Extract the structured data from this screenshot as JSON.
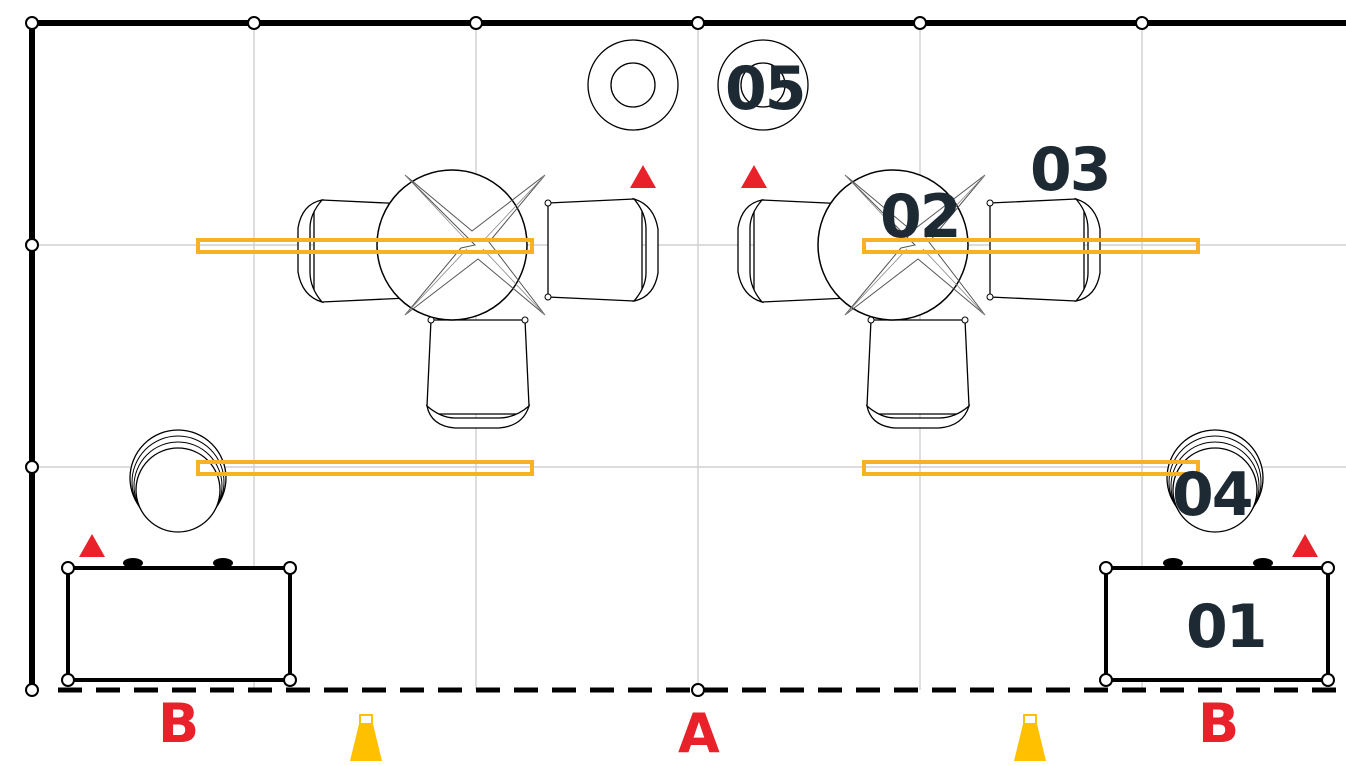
{
  "labels": {
    "item_01": "01",
    "item_02": "02",
    "item_03": "03",
    "item_04": "04",
    "item_05": "05"
  },
  "sides": {
    "front": "A",
    "side_left": "B",
    "side_right": "B"
  },
  "colors": {
    "wall": "#000000",
    "grid": "#c8c8c8",
    "lighting_bar": "#f5b324",
    "marker": "#e8212a",
    "spotlight": "#ffc000",
    "label_text": "#1d2a33",
    "side_text": "#e8212a"
  },
  "icons": [
    "view-marker-icon",
    "spotlight-icon",
    "grid-node-icon",
    "chair-icon",
    "table-icon",
    "stool-icon",
    "counter-icon"
  ]
}
